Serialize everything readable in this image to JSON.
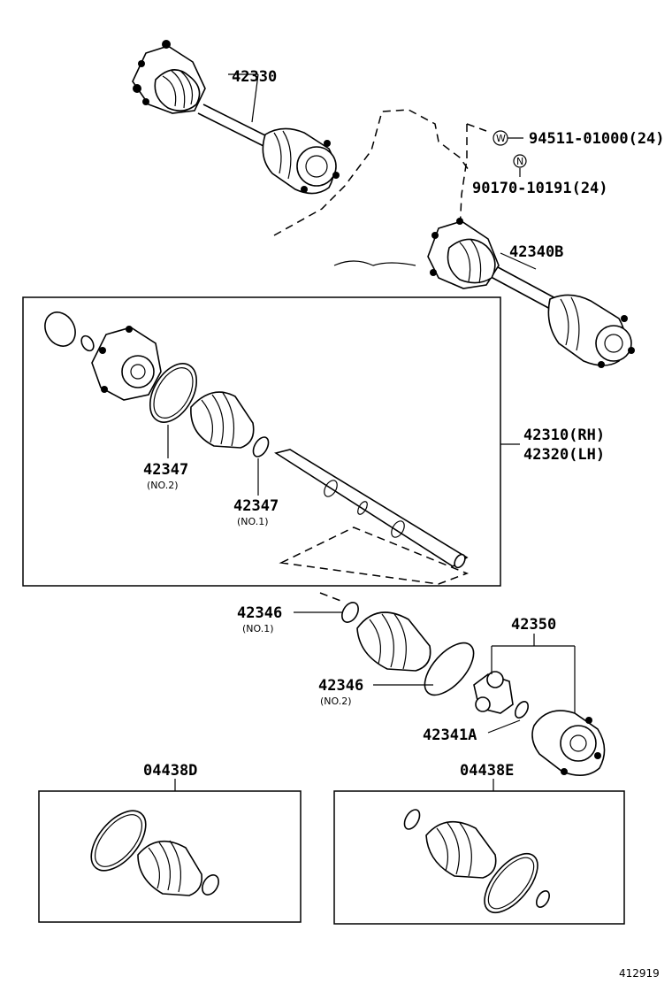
{
  "labels": {
    "p42330": "42330",
    "p94511": "94511-01000(24)",
    "p90170": "90170-10191(24)",
    "p42340b": "42340B",
    "p42310": "42310(RH)",
    "p42320": "42320(LH)",
    "p42347a": "42347",
    "p42347a_sub": "(NO.2)",
    "p42347b": "42347",
    "p42347b_sub": "(NO.1)",
    "p42346a": "42346",
    "p42346a_sub": "(NO.1)",
    "p42346b": "42346",
    "p42346b_sub": "(NO.2)",
    "p42350": "42350",
    "p42341a": "42341A",
    "p04438d": "04438D",
    "p04438e": "04438E",
    "ref_no": "412919"
  },
  "symbols": {
    "washer_mark": "W",
    "nut_mark": "N"
  }
}
